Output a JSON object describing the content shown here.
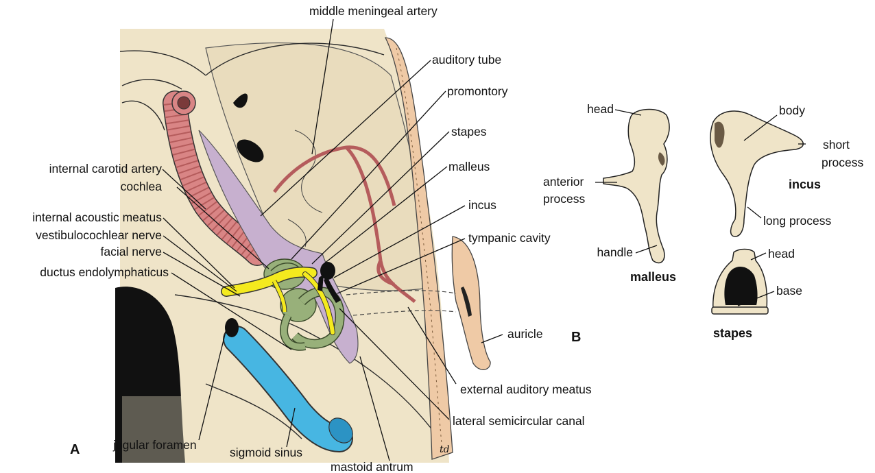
{
  "panel_a": {
    "letter": "A",
    "labels": {
      "middle_meningeal_artery": "middle meningeal artery",
      "auditory_tube": "auditory tube",
      "promontory": "promontory",
      "stapes": "stapes",
      "malleus": "malleus",
      "incus": "incus",
      "tympanic_cavity": "tympanic cavity",
      "internal_carotid_artery": "internal carotid artery",
      "cochlea": "cochlea",
      "internal_acoustic_meatus": "internal acoustic meatus",
      "vestibulocochlear_nerve": "vestibulocochlear nerve",
      "facial_nerve": "facial nerve",
      "ductus_endolymphaticus": "ductus endolymphaticus",
      "auricle": "auricle",
      "external_auditory_meatus": "external auditory meatus",
      "lateral_semicircular_canal": "lateral semicircular canal",
      "jugular_foramen": "jugular foramen",
      "sigmoid_sinus": "sigmoid sinus",
      "mastoid_antrum": "mastoid antrum"
    },
    "signature": "td"
  },
  "panel_b": {
    "letter": "B",
    "malleus": {
      "title": "malleus",
      "head": "head",
      "anterior_process_1": "anterior",
      "anterior_process_2": "process",
      "handle": "handle"
    },
    "incus": {
      "title": "incus",
      "body": "body",
      "short_process_1": "short",
      "short_process_2": "process",
      "long_process": "long process"
    },
    "stapes": {
      "title": "stapes",
      "head": "head",
      "base": "base"
    }
  },
  "colors": {
    "bone": "#efe4c8",
    "bone_dark": "#e2d3ae",
    "artery": "#d98585",
    "cochlea_green": "#98b07a",
    "nerve_yellow": "#f4ea1e",
    "sinus_blue": "#47b6e2",
    "tube_lilac": "#c7b0cf",
    "skull_outer": "#efcaa6"
  }
}
